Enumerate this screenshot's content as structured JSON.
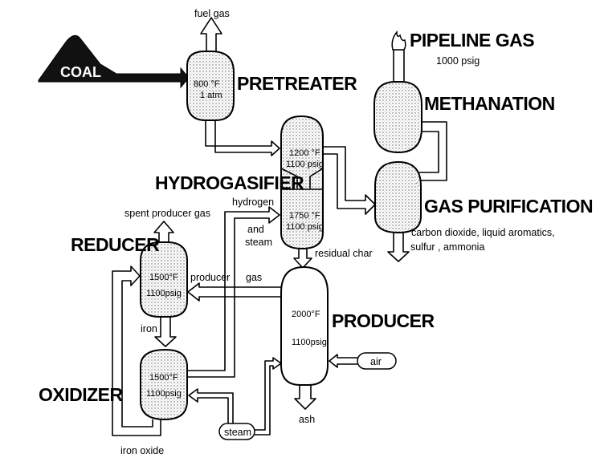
{
  "title": "Coal hydrogasification process flow",
  "feed": {
    "label": "COAL"
  },
  "units": {
    "pretreater": {
      "name": "PRETREATER",
      "temperature": "800 °F",
      "pressure": "1 atm",
      "vent_label": "fuel gas"
    },
    "hydrogasifier": {
      "name": "HYDROGASIFIER",
      "upper_stage": {
        "temperature": "1200 °F",
        "pressure": "1100 psig"
      },
      "lower_stage": {
        "temperature": "1750 °F",
        "pressure": "1100 psig"
      },
      "inlet_label_1": "hydrogen",
      "inlet_label_2": "and",
      "inlet_label_3": "steam",
      "outlet_label": "residual char"
    },
    "methanation": {
      "name": "METHANATION"
    },
    "gas_purification": {
      "name": "GAS PURIFICATION",
      "byproducts_line1": "carbon dioxide, liquid aromatics,",
      "byproducts_line2": "sulfur , ammonia"
    },
    "reducer": {
      "name": "REDUCER",
      "temperature": "1500°F",
      "pressure": "1100psig",
      "vent_label": "spent producer gas",
      "outlet_label": "iron"
    },
    "oxidizer": {
      "name": "OXIDIZER",
      "temperature": "1500°F",
      "pressure": "1100psig",
      "outlet_label": "iron oxide"
    },
    "producer": {
      "name": "PRODUCER",
      "temperature": "2000°F",
      "pressure": "1100psig",
      "outlet_label": "ash"
    }
  },
  "product": {
    "name": "PIPELINE GAS",
    "pressure": "1000 psig"
  },
  "streams": {
    "producer_gas_1": "producer",
    "producer_gas_2": "gas",
    "steam": "steam",
    "air": "air"
  },
  "colors": {
    "ink": "#000000",
    "fill": "#d8d8d8",
    "background": "#ffffff"
  }
}
